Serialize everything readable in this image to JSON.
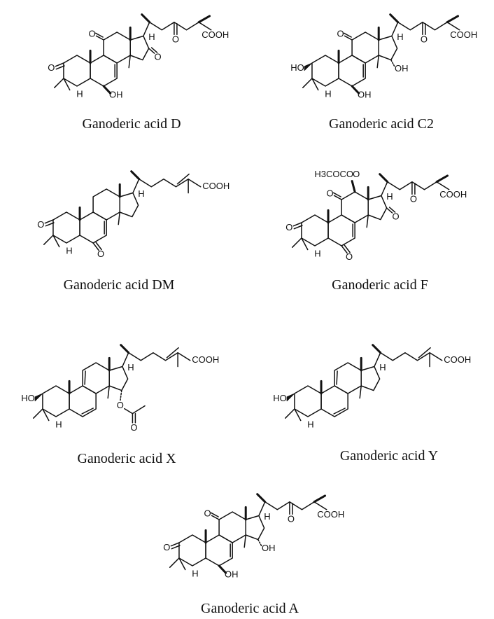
{
  "compounds": [
    {
      "name": "Ganoderic acid D",
      "key": "d"
    },
    {
      "name": "Ganoderic acid C2",
      "key": "c2"
    },
    {
      "name": "Ganoderic acid DM",
      "key": "dm"
    },
    {
      "name": "Ganoderic acid F",
      "key": "f"
    },
    {
      "name": "Ganoderic acid X",
      "key": "x"
    },
    {
      "name": "Ganoderic acid Y",
      "key": "y"
    },
    {
      "name": "Ganoderic acid A",
      "key": "a"
    }
  ],
  "atom_labels": {
    "cooh": "COOH",
    "oh": "OH",
    "ho": "HO",
    "o": "O",
    "h": "H",
    "h3cocoo": "H3COCO"
  }
}
